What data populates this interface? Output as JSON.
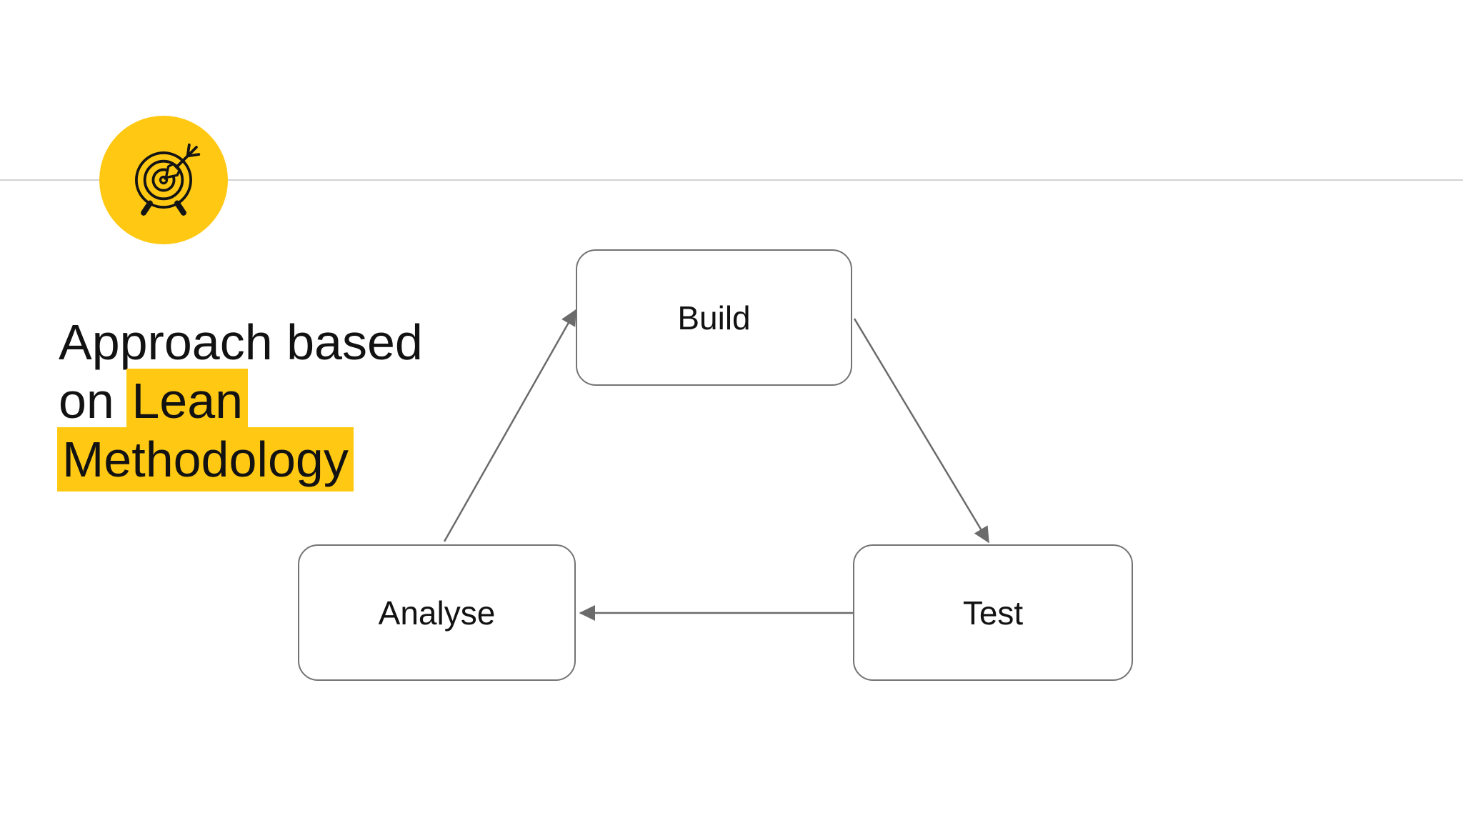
{
  "slide": {
    "title": {
      "line1": "Approach based",
      "line2_plain": "on",
      "line2_highlight": "Lean",
      "line3_highlight": "Methodology"
    },
    "accent_icon": "target-dart-icon",
    "colors": {
      "accent_yellow": "#FFC913",
      "box_border": "#737373",
      "arrow_gray": "#6b6b6b",
      "divider_gray": "#d2d2d2",
      "text": "#121212"
    },
    "diagram": {
      "type": "cycle",
      "nodes": [
        {
          "id": "build",
          "label": "Build"
        },
        {
          "id": "test",
          "label": "Test"
        },
        {
          "id": "analyse",
          "label": "Analyse"
        }
      ],
      "edges": [
        {
          "from": "build",
          "to": "test"
        },
        {
          "from": "test",
          "to": "analyse"
        },
        {
          "from": "analyse",
          "to": "build"
        }
      ]
    }
  }
}
